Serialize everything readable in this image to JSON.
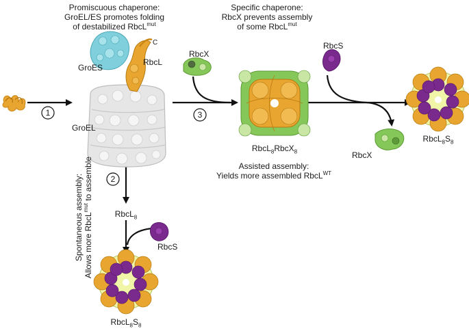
{
  "colors": {
    "rbcl": "#e8a52f",
    "rbcl_dark": "#c98716",
    "rbcs": "#7a2a8c",
    "rbcs_dark": "#5c1a6e",
    "rbcx": "#86c75a",
    "rbcx_light": "#c9e6a4",
    "groes": "#7fd0dc",
    "groel": "#e3e3e3",
    "ecm": "#f0f5a8",
    "arrow": "#111111"
  },
  "captions": {
    "promiscuous_l1": "Promiscuous chaperone:",
    "promiscuous_l2_pre": "GroEL/ES promotes folding",
    "promiscuous_l3_pre": "of destabilized RbcL",
    "promiscuous_l3_sup": "mut",
    "specific_l1": "Specific chaperone:",
    "specific_l2": "RbcX prevents assembly",
    "specific_l3_pre": "of some RbcL",
    "specific_l3_sup": "mut",
    "assisted_l1": "Assisted assembly:",
    "assisted_l2_pre": "Yields more assembled RbcL",
    "assisted_l2_sup": "WT",
    "spontaneous_l1": "Spontaneous assembly:",
    "spontaneous_l2_pre": "Allows more RbcL",
    "spontaneous_l2_sup": "mut",
    "spontaneous_l2_post": " to assemble"
  },
  "labels": {
    "groes": "GroES",
    "rbcl": "RbcL",
    "c_terminus": "C",
    "groel": "GroEL",
    "rbcx_top": "RbcX",
    "rbcs_top": "RbcS",
    "rbcx_bottom": "RbcX",
    "rbcs_bottom": "RbcS",
    "rbcl8rbcx8": {
      "a": "RbcL",
      "a_sub": "8",
      "b": "RbcX",
      "b_sub": "8"
    },
    "rbcl8s8_right": {
      "a": "RbcL",
      "a_sub": "8",
      "b": "S",
      "b_sub": "8"
    },
    "rbcl8": {
      "a": "RbcL",
      "a_sub": "8"
    },
    "rbcl8s8_bottom": {
      "a": "RbcL",
      "a_sub": "8",
      "b": "S",
      "b_sub": "8"
    }
  },
  "steps": [
    "1",
    "2",
    "3"
  ]
}
